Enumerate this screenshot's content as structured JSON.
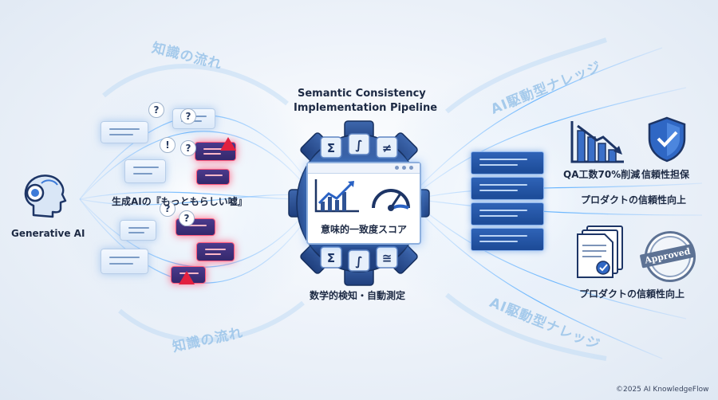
{
  "title": {
    "line1": "Semantic Consistency",
    "line2": "Implementation Pipeline"
  },
  "flow_labels": {
    "top_left": "知識の流れ",
    "bottom_left": "知識の流れ",
    "top_right": "AI駆動型ナレッジ",
    "bottom_right": "AI駆動型ナレッジ"
  },
  "left": {
    "source_label": "Generative AI",
    "hallucination_label": "生成AIの『もっともらしい嘘』"
  },
  "center": {
    "score_label": "意味的一致度スコア",
    "detection_label": "数学的検知・自動測定",
    "gear_symbols_top": [
      "Σ",
      "∫",
      "≠"
    ],
    "gear_symbols_bottom": [
      "Σ",
      "∫",
      "≅"
    ]
  },
  "right": {
    "qa_label": "QA工数70%削減",
    "trust_label": "信頼性担保",
    "product_label_1": "プロダクトの信頼性向上",
    "product_label_2": "プロダクトの信頼性向上",
    "approved_stamp": "Approved"
  },
  "footer": {
    "copyright": "©2025 AI KnowledgeFlow"
  },
  "colors": {
    "navy": "#1d2a44",
    "gear": "#2f5394",
    "accent_blue": "#2a62c4",
    "alert_red": "#e2203f",
    "flow_light": "#9ec6ea"
  },
  "icons": [
    "robot-head-icon",
    "chat-bubble-icon",
    "question-icon",
    "warning-icon",
    "gear-icon",
    "line-chart-icon",
    "gauge-icon",
    "bar-chart-down-icon",
    "shield-check-icon",
    "document-stack-icon",
    "approved-stamp-icon"
  ]
}
